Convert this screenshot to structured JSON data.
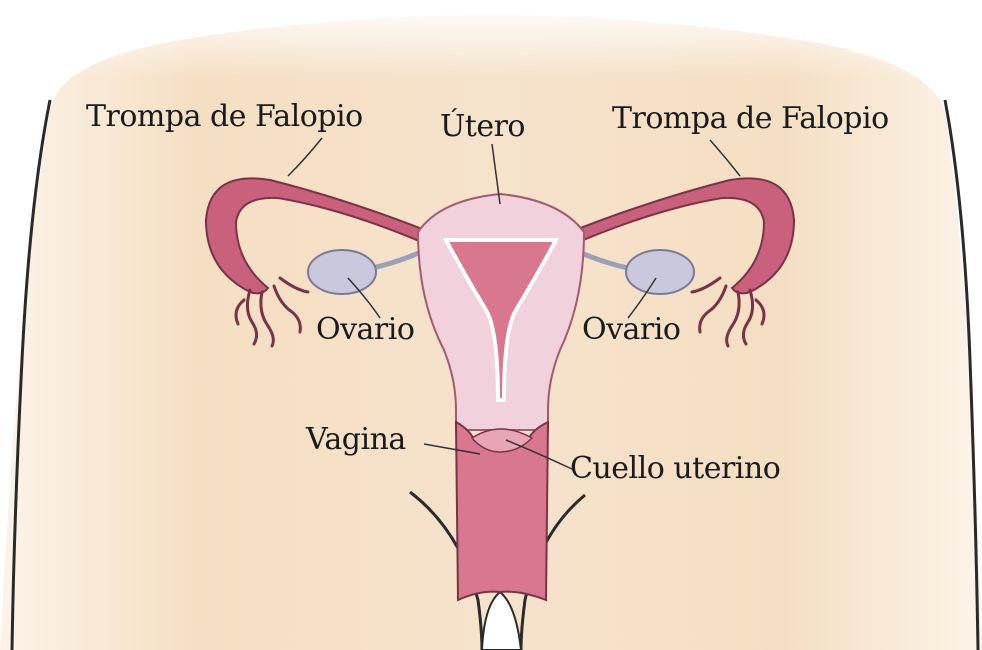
{
  "labels": {
    "fallopian_tube_left": "Trompa de Falopio",
    "uterus": "Útero",
    "fallopian_tube_right": "Trompa de Falopio",
    "ovary_left": "Ovario",
    "ovary_right": "Ovario",
    "vagina": "Vagina",
    "cervix": "Cuello uterino"
  },
  "colors": {
    "skin": "#f7e4cc",
    "skin_edge": "#fdf6ec",
    "body_outline": "#2a2a2a",
    "uterus_outer": "#f1d2dc",
    "uterus_inner": "#d9778f",
    "tube": "#c9607c",
    "tube_outline": "#7a3346",
    "ovary": "#c9c8dc",
    "leader_line": "#333333"
  }
}
